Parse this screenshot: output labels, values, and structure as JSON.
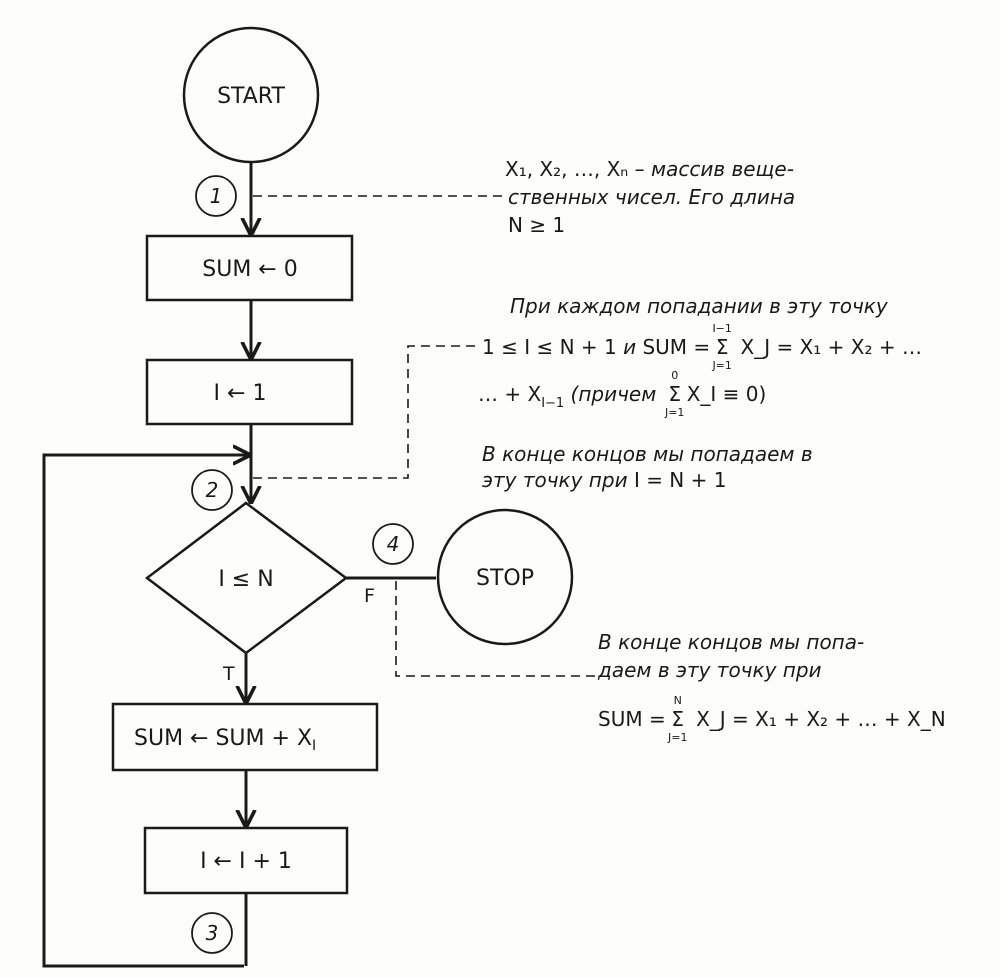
{
  "flowchart": {
    "start_label": "START",
    "stop_label": "STOP",
    "nodes": {
      "init_sum": "SUM ← 0",
      "init_i": "I ← 1",
      "decision": "I ≤ N",
      "accumulate_prefix": "SUM ← SUM + X",
      "accumulate_sub": "I",
      "increment": "I ← I + 1"
    },
    "branch_labels": {
      "true": "T",
      "false": "F"
    },
    "checkpoints": [
      "1",
      "2",
      "3",
      "4"
    ]
  },
  "annotations": {
    "point1": {
      "line1_math": "X₁, X₂, …, Xₙ",
      "line1_text": " – массив веще-",
      "line2": "ственных чисел. Его длина",
      "line3": "N ≥ 1"
    },
    "point2": {
      "line1": "При каждом попадании в эту точку",
      "line2_cond": "1 ≤ I ≤ N + 1",
      "line2_and": "и",
      "line2_sum": "SUM =",
      "line2_sigma_top": "I−1",
      "line2_sigma_bot": "J=1",
      "line2_rest": "X_J = X₁ + X₂ + …",
      "line3_start": "… + X",
      "line3_sub": "I−1",
      "line3_paren_open": "(причем",
      "line3_sigma_top": "0",
      "line3_sigma_bot": "J=1",
      "line3_paren_rest": "X_I ≡ 0)",
      "line4": "В конце концов мы попадаем в",
      "line5_text": "эту точку при",
      "line5_math": "I = N + 1"
    },
    "point4": {
      "line1": "В конце концов мы попа-",
      "line2": "даем в эту точку при",
      "line3_sum": "SUM =",
      "line3_sigma_top": "N",
      "line3_sigma_bot": "J=1",
      "line3_rest": "X_J = X₁ + X₂ + … + X_N"
    }
  }
}
